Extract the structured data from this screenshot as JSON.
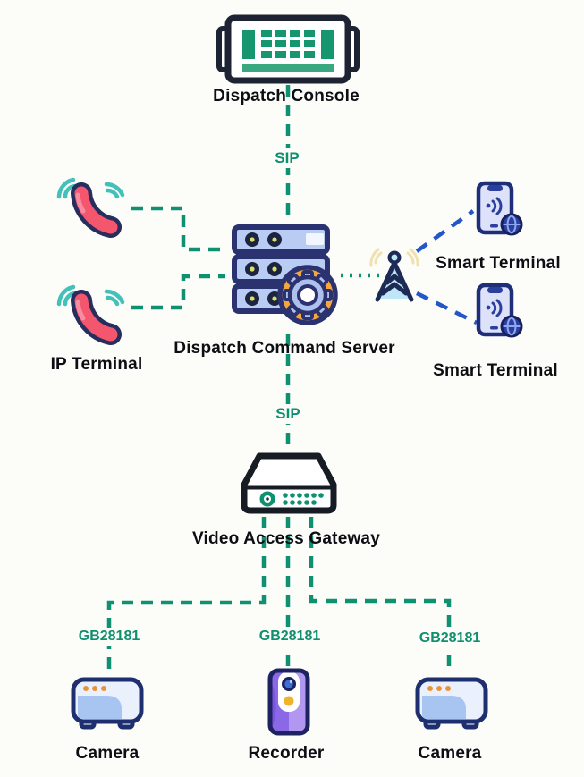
{
  "diagram": {
    "title_none": "",
    "nodes": {
      "dispatch_console": {
        "label": "Dispatch Console"
      },
      "ip_terminal": {
        "label": "IP Terminal"
      },
      "dispatch_command_server": {
        "label": "Dispatch Command Server"
      },
      "smart_terminal_top": {
        "label": "Smart Terminal"
      },
      "smart_terminal_bottom": {
        "label": "Smart Terminal"
      },
      "video_access_gateway": {
        "label": "Video Access Gateway"
      },
      "camera_left": {
        "label": "Camera"
      },
      "recorder": {
        "label": "Recorder"
      },
      "camera_right": {
        "label": "Camera"
      }
    },
    "link_labels": {
      "sip_console_server": "SIP",
      "sip_server_gateway": "SIP",
      "gb28181_left": "GB28181",
      "gb28181_center": "GB28181",
      "gb28181_right": "GB28181"
    },
    "colors": {
      "green_line": "#0f9171",
      "green_text": "#0e8f6f",
      "blue_dash": "#2356c7",
      "navy_outline": "#1d2a56",
      "phone_red": "#f4566e",
      "gear_orange": "#f3a73d",
      "label_text": "#0d0e14"
    }
  }
}
